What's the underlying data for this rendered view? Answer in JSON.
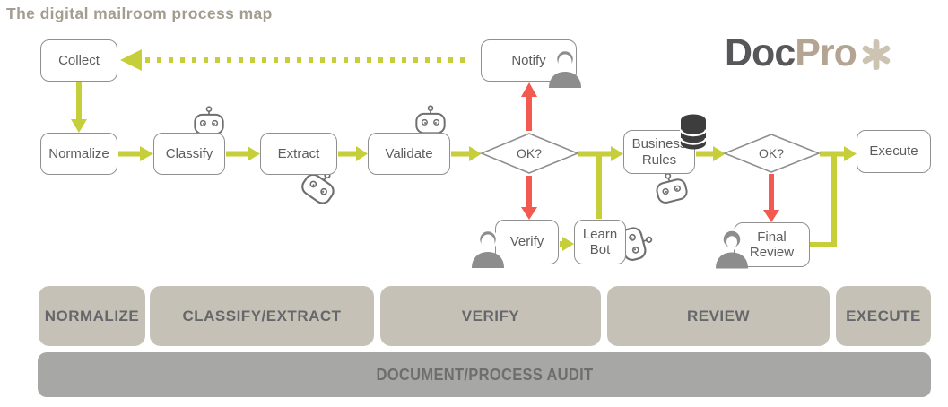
{
  "title": "The digital mailroom process map",
  "logo": {
    "doc": "Doc",
    "pro": "Pro"
  },
  "nodes": {
    "collect": "Collect",
    "normalize": "Normalize",
    "classify": "Classify",
    "extract": "Extract",
    "validate": "Validate",
    "decision1": "OK?",
    "notify": "Notify",
    "verify": "Verify",
    "learn_bot": "Learn Bot",
    "business_rules": "Business Rules",
    "decision2": "OK?",
    "final_review": "Final Review",
    "execute": "Execute"
  },
  "icons": {
    "classify": "robot-icon",
    "extract": "robot-icon",
    "validate": "robot-icon",
    "learn_bot": "robot-icon",
    "business_rules": [
      "database-icon",
      "robot-icon"
    ],
    "notify": "person-icon",
    "verify": "person-icon",
    "final_review": "person-female-icon",
    "logo": "asterisk-icon"
  },
  "lanes": [
    "NORMALIZE",
    "CLASSIFY/EXTRACT",
    "VERIFY",
    "REVIEW",
    "EXECUTE"
  ],
  "audit_label": "DOCUMENT/PROCESS AUDIT",
  "colors": {
    "flow": "#c6cf39",
    "alert": "#f4594f",
    "node-border": "#8f8f8f",
    "node-text": "#5d5d5d",
    "title-text": "#a39d90",
    "lane-bg": "#c6c1b6",
    "lane-text": "#66676b",
    "audit-bg": "#a7a7a5",
    "audit-text": "#6e6e6c",
    "logo-doc": "#57575a",
    "logo-pro": "#b4a593",
    "logo-asterisk": "#ccc3b3",
    "person": "#8d8d8d",
    "robot": "#6f6f6f",
    "db": "#3d3d3d"
  }
}
